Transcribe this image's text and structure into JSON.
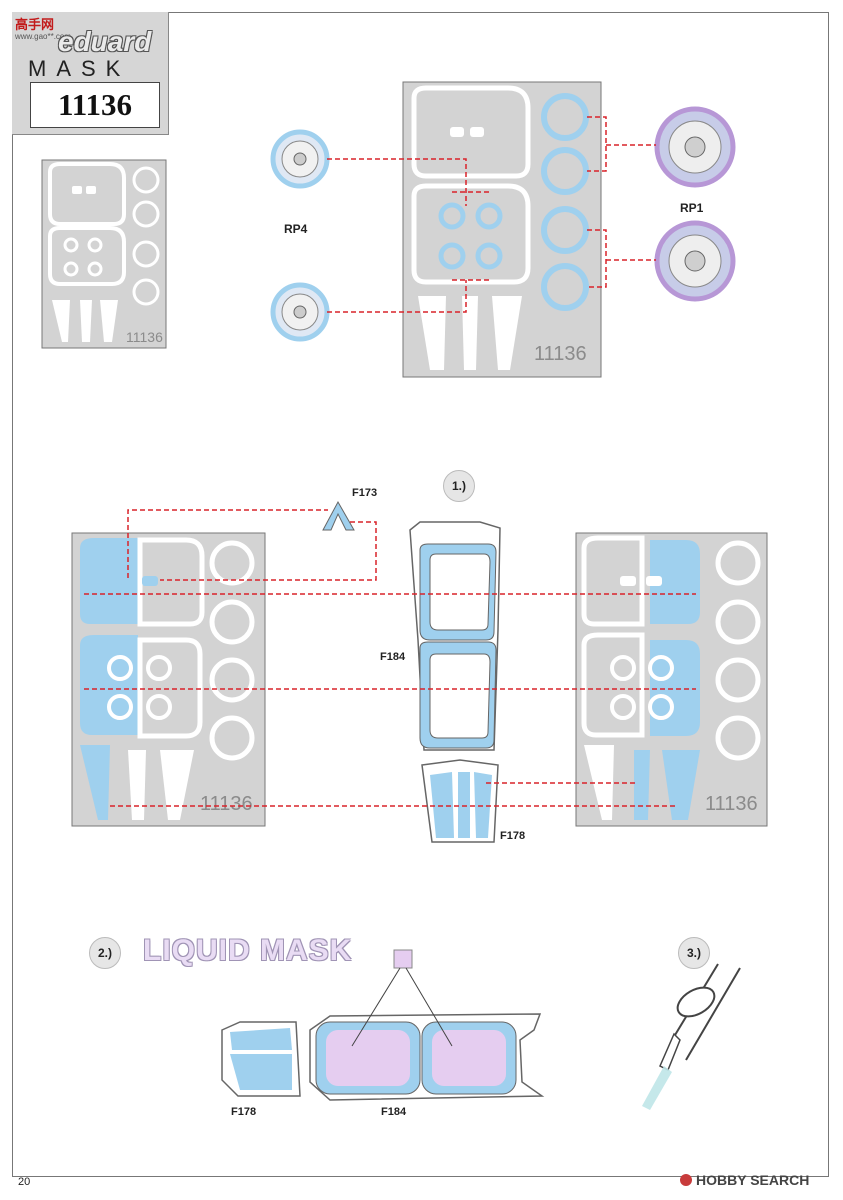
{
  "watermark": {
    "chars": "高手网",
    "url": "www.gao**.com"
  },
  "brand": {
    "name": "eduard",
    "product": "MASK",
    "kit_number": "11136"
  },
  "sheets": {
    "sheet_number": "11136"
  },
  "labels": {
    "rp4": "RP4",
    "rp1": "RP1",
    "f173": "F173",
    "f184": "F184",
    "f178": "F178",
    "f184_bottom": "F184",
    "f178_bottom": "F178"
  },
  "steps": {
    "step1": "1.)",
    "step2": "2.)",
    "step3": "3.)"
  },
  "liquid_mask": "LIQUID MASK",
  "page_number": "20",
  "footer_credit": "HOBBY SEARCH",
  "colors": {
    "mask_blue": "#9fd0ee",
    "liquid_purple": "#e5cdf0",
    "sheet_gray": "#d3d3d3",
    "leader_red": "#d9232a",
    "wheel_rim_purple": "#b797d6"
  }
}
